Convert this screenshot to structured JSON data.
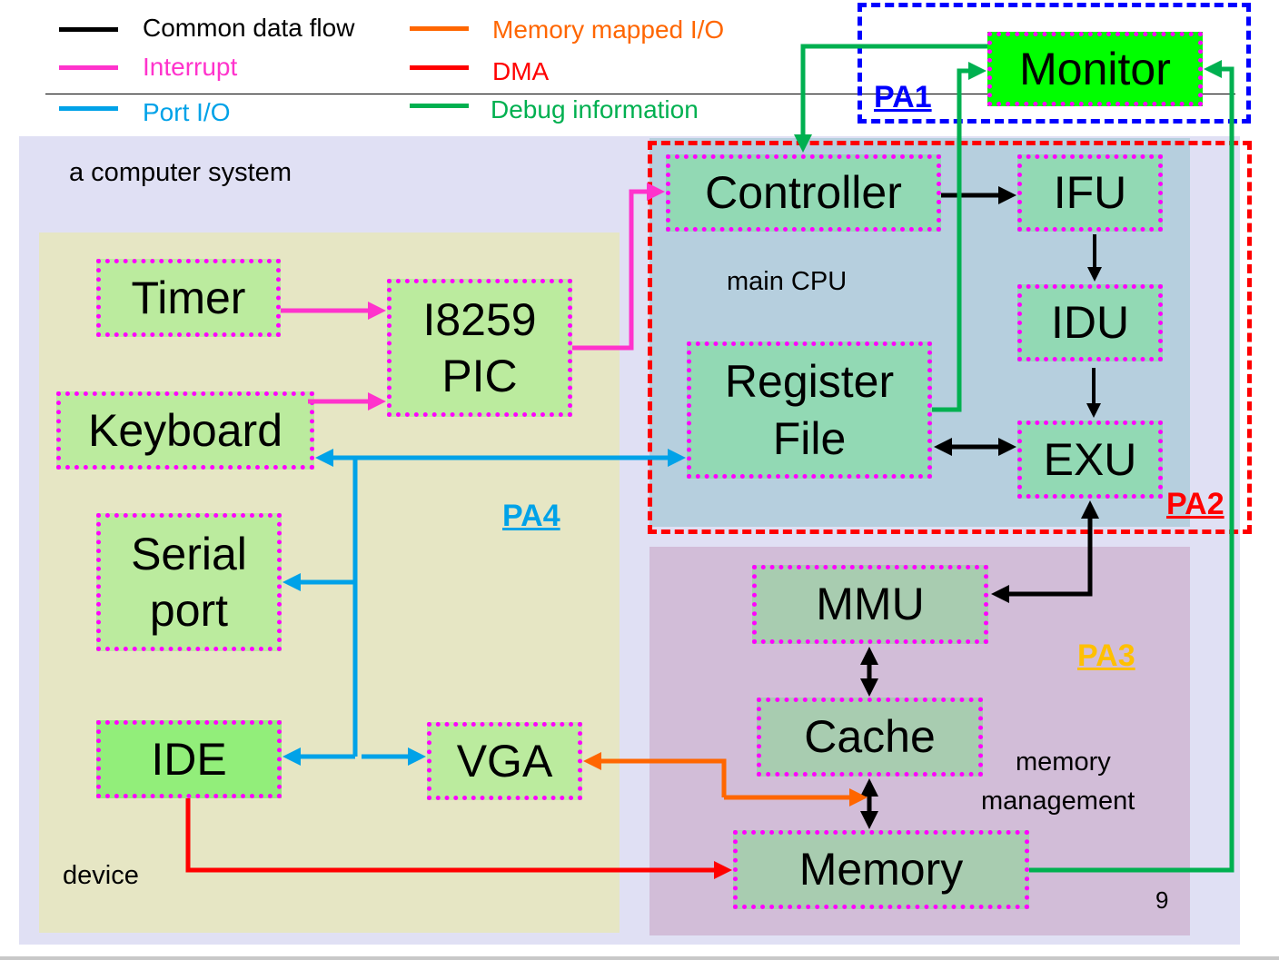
{
  "legend": [
    {
      "label": "Common data flow",
      "color": "#000000"
    },
    {
      "label": "Interrupt",
      "color": "#ff33cc"
    },
    {
      "label": "Port I/O",
      "color": "#00a2e8"
    },
    {
      "label": "Memory mapped I/O",
      "color": "#ff6600"
    },
    {
      "label": "DMA",
      "color": "#ff0000"
    },
    {
      "label": "Debug information",
      "color": "#00b050"
    }
  ],
  "regions": {
    "system": {
      "label": "a computer system",
      "color": "#e0e0f4"
    },
    "device": {
      "label": "device",
      "color": "#e6e6c4"
    },
    "cpu": {
      "label": "main CPU",
      "color": "#b6cfde"
    },
    "memory": {
      "label": "memory\nmanagement",
      "label_line1": "memory",
      "label_line2": "management",
      "color": "#d2bdd8"
    }
  },
  "pa_labels": {
    "pa1": {
      "text": "PA1",
      "color": "#0000ff"
    },
    "pa2": {
      "text": "PA2",
      "color": "#ff0000"
    },
    "pa3": {
      "text": "PA3",
      "color": "#ffc000"
    },
    "pa4": {
      "text": "PA4",
      "color": "#00a2e8"
    }
  },
  "components": {
    "monitor": {
      "label": "Monitor",
      "fill": "#00ff00"
    },
    "controller": {
      "label": "Controller",
      "fill": "#92d9b4"
    },
    "ifu": {
      "label": "IFU",
      "fill": "#92d9b4"
    },
    "idu": {
      "label": "IDU",
      "fill": "#92d9b4"
    },
    "exu": {
      "label": "EXU",
      "fill": "#92d9b4"
    },
    "register_file": {
      "line1": "Register",
      "line2": "File",
      "fill": "#92d9b4"
    },
    "timer": {
      "label": "Timer",
      "fill": "#bbeb9e"
    },
    "pic": {
      "line1": "I8259",
      "line2": "PIC",
      "fill": "#bbeb9e"
    },
    "keyboard": {
      "label": "Keyboard",
      "fill": "#bbeb9e"
    },
    "serial": {
      "line1": "Serial",
      "line2": "port",
      "fill": "#bbeb9e"
    },
    "ide": {
      "label": "IDE",
      "fill": "#92ee7a"
    },
    "vga": {
      "label": "VGA",
      "fill": "#bbeb9e"
    },
    "mmu": {
      "label": "MMU",
      "fill": "#a8ccb0"
    },
    "cache": {
      "label": "Cache",
      "fill": "#a8ccb0"
    },
    "memory": {
      "label": "Memory",
      "fill": "#a8ccb0"
    }
  },
  "page_number": "9"
}
